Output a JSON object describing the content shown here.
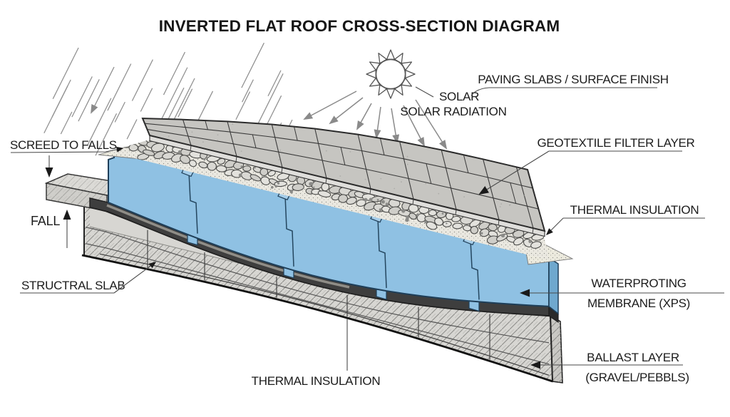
{
  "title": "INVERTED FLAT ROOF CROSS-SECTION DIAGRAM",
  "sun_labels": {
    "line1": "SOLAR",
    "line2": "SOLAR RADIATION"
  },
  "labels": {
    "paving": "PAVING SLABS / SURFACE FINISH",
    "geotextile": "GEOTEXTILE FILTER LAYER",
    "thermal_right": "THERMAL INSULATION",
    "waterproofing_line1": "WATERPROTING",
    "waterproofing_line2": "MEMBRANE (XPS)",
    "ballast_line1": "BALLAST LAYER",
    "ballast_line2": "(GRAVEL/PEBBLS)",
    "screed": "SCREED TO FALLS",
    "fall": "FALL",
    "structural_slab": "STRUCTRAL SLAB",
    "thermal_bottom": "THERMAL INSULATION"
  },
  "icons": {
    "sun": "sun-burst-icon",
    "rain": "rain-hatch-lines",
    "radiation": "radiation-arrows"
  },
  "colors": {
    "insulation": "#8fc1e3",
    "insulation_dark": "#6fa8ce",
    "insulation_tab": "#a5cde9",
    "insulation_edge": "#1e3e58",
    "membrane": "#3e3e3e",
    "membrane_end": "#2a2a2a",
    "membrane_sheen": "#98968f",
    "slab": "#d7d6d2",
    "slab_end": "#c9c8c4",
    "paving": "#c6c5c1",
    "paving_edge_strip": "#dfdedb",
    "gravel_bg": "#eae8e0",
    "pebble": "#d9d8d3",
    "pebble_alt1": "#cfcec9",
    "pebble_alt2": "#e3e2dd",
    "pebble_stroke": "#4c4c4a",
    "geotextile": "#eceade",
    "text": "#1c1c1c",
    "leader": "#4a4a4a",
    "arrow_black": "#1a1a1a",
    "arrow_gray": "#8a8a8a",
    "sun_stroke": "#555555",
    "rain": "#8f8f8f",
    "outline": "#222222"
  }
}
